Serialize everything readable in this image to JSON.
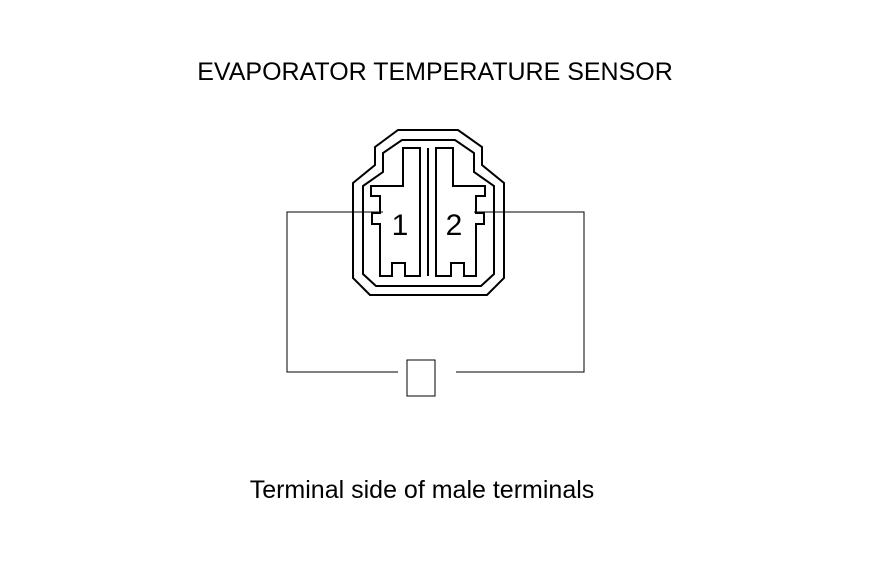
{
  "diagram": {
    "title": "EVAPORATOR TEMPERATURE SENSOR",
    "caption": "Terminal side of male terminals",
    "terminals": [
      {
        "label": "1"
      },
      {
        "label": "2"
      }
    ],
    "colors": {
      "background": "#ffffff",
      "line": "#000000"
    }
  }
}
